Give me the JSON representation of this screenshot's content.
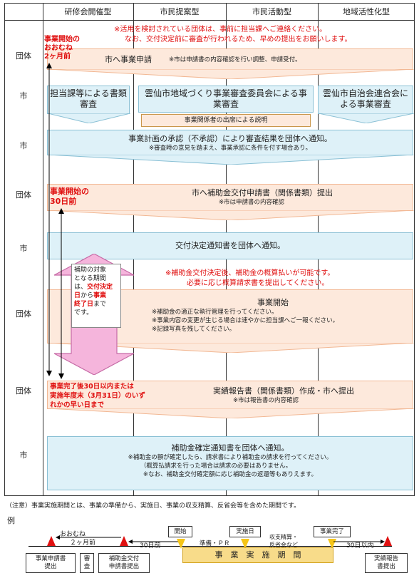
{
  "headers": [
    "研修会開催型",
    "市民提案型",
    "市民活動型",
    "地域活性化型"
  ],
  "actors": [
    "団体",
    "市",
    "市",
    "団体",
    "市",
    "団体",
    "団体",
    "市"
  ],
  "step1": {
    "top_note_1": "※活用を検討されている団体は、事前に担当課へご連絡ください。",
    "top_note_2": "なお、交付決定前に審査が行われるため、早めの提出をお願いします。",
    "timing_1": "事業開始の",
    "timing_2": "おおむね",
    "timing_3": "2ヶ月前",
    "title": "市へ事業申請",
    "note": "※市は申請書の内容確認を行い調整、申請受付。"
  },
  "step2": {
    "left": "担当課等による書類審査",
    "center": "雲仙市地域づくり事業審査委員会による事業審査",
    "center_sub": "事業関係者の出席による説明",
    "right": "雲仙市自治会連合会による事業審査"
  },
  "step3": {
    "title": "事業計画の承認（不承認）により審査結果を団体へ通知。",
    "note": "※審査時の意見を踏まえ、事業承認に条件を付す場合あり。"
  },
  "step4": {
    "timing_1": "事業開始の",
    "timing_2": "30日前",
    "title": "市へ補助金交付申請書（関係書類）提出",
    "note": "※市は申請書の内容確認"
  },
  "step5": {
    "title": "交付決定通知書を団体へ通知。",
    "red_1": "※補助金交付決定後、補助金の概算払いが可能です。",
    "red_2": "必要に応じ概算請求書を提出してください。"
  },
  "period": {
    "l1": "補助の対象",
    "l2": "となる期間",
    "l3": "は、",
    "l4": "交付決定",
    "l5": "日",
    "l6": "から",
    "l7": "事業",
    "l8": "終了日",
    "l9": "まで",
    "l10": "です。"
  },
  "step6": {
    "title": "事業開始",
    "n1": "※補助金の適正な執行管理を行ってください。",
    "n2": "※事業内容の変更が生じる場合は速やかに担当課へご一報ください。",
    "n3": "※記録写真を残してください。"
  },
  "step7": {
    "timing_1": "事業完了後30日以内または",
    "timing_2": "実施年度末（3月31日）のいず",
    "timing_3": "れかの早い日まで",
    "title": "実績報告書（関係書類）作成・市へ提出",
    "note": "※市は報告書の内容確認"
  },
  "step8": {
    "title": "補助金確定通知書を団体へ通知。",
    "n1": "※補助金の額が確定したら、請求書により補助金の請求を行ってください。",
    "n2": "（概算払請求を行った場合は請求の必要はありません。",
    "n3": "※なお、補助金交付確定額に応じ補助金の返還等もありえます。"
  },
  "caution": "（注意）事業実施期間とは、事業の準備から、実施日、事業の収支精算、反省会等を含めた期間です。",
  "example": {
    "label": "例",
    "approx": "おおむね",
    "two_months": "２ヶ月前",
    "thirty_before": "30日前",
    "start": "開始",
    "prep": "準備・ＰＲ",
    "day": "実施日",
    "settle_1": "収支精算・",
    "settle_2": "反省会など",
    "complete": "事業完了",
    "within30": "30日以内",
    "period_bar": "事　業　実　施　期　間",
    "box_apply_1": "事業申請書",
    "box_apply_2": "提出",
    "box_review_1": "審",
    "box_review_2": "査",
    "box_grant_1": "補助金交付",
    "box_grant_2": "申請書提出",
    "box_report_1": "実績報告",
    "box_report_2": "書提出"
  }
}
